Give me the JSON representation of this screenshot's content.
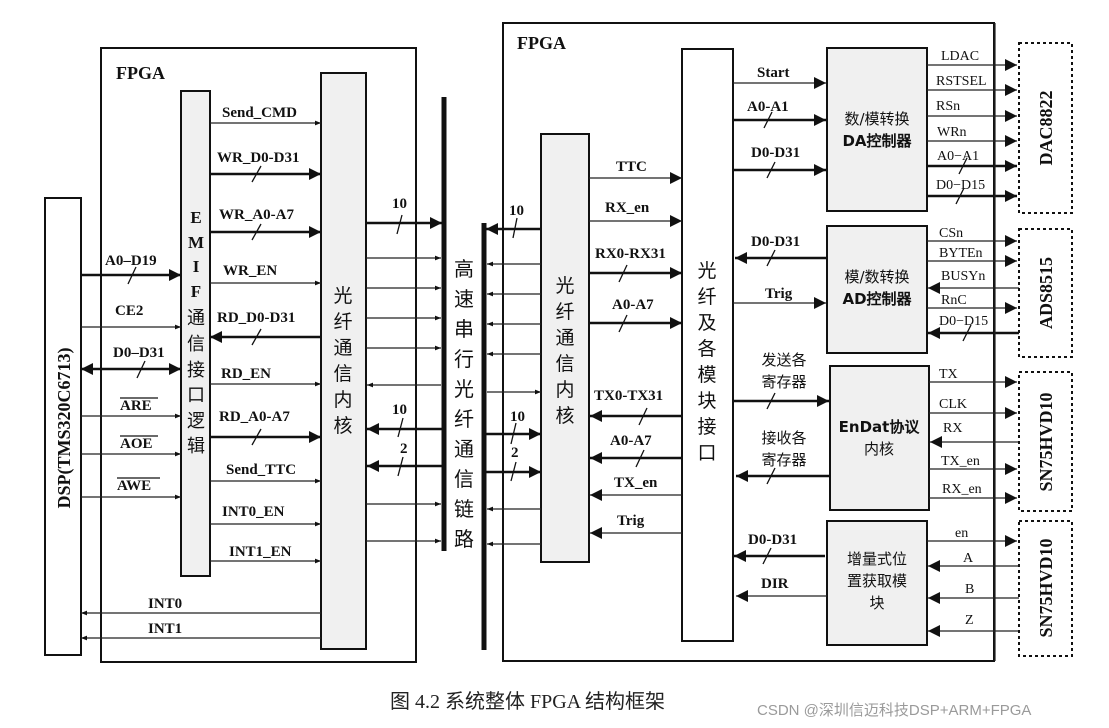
{
  "left_fpga": {
    "title": "FPGA",
    "dsp_label": "DSP(TMS320C6713)",
    "emif_label_latin": [
      "E",
      "M",
      "I",
      "F"
    ],
    "emif_label_cjk": [
      "通",
      "信",
      "接",
      "口",
      "逻",
      "辑"
    ],
    "fiber_core_label": [
      "光",
      "纤",
      "通",
      "信",
      "内",
      "核"
    ],
    "dsp_signals": {
      "a0_d19": "A0–D19",
      "ce2": "CE2",
      "d0_d31": "D0–D31",
      "are": "ARE",
      "aoe": "AOE",
      "awe": "AWE",
      "int0": "INT0",
      "int1": "INT1"
    },
    "emif_signals": {
      "send_cmd": "Send_CMD",
      "wr_d0_d31": "WR_D0-D31",
      "wr_a0_a7": "WR_A0-A7",
      "wr_en": "WR_EN",
      "rd_d0_d31": "RD_D0-D31",
      "rd_en": "RD_EN",
      "rd_a0_a7": "RD_A0-A7",
      "send_ttc": "Send_TTC",
      "int0_en": "INT0_EN",
      "int1_en": "INT1_EN"
    },
    "bus_widths": {
      "tx": "10",
      "rx": "10",
      "rx2": "2"
    }
  },
  "link": {
    "label": [
      "高",
      "速",
      "串",
      "行",
      "光",
      "纤",
      "通",
      "信",
      "链",
      "路"
    ]
  },
  "right_fpga": {
    "title": "FPGA",
    "fiber_core_label": [
      "光",
      "纤",
      "通",
      "信",
      "内",
      "核"
    ],
    "interface_label": [
      "光",
      "纤",
      "及",
      "各",
      "模",
      "块",
      "接",
      "口"
    ],
    "bus_widths": {
      "rx": "10",
      "tx": "10",
      "tx2": "2"
    },
    "core_signals": {
      "ttc": "TTC",
      "rx_en": "RX_en",
      "rx0_rx31": "RX0-RX31",
      "a0_a7_in": "A0-A7",
      "tx0_tx31": "TX0-TX31",
      "a0_a7_out": "A0-A7",
      "tx_en": "TX_en",
      "trig": "Trig"
    },
    "da": {
      "label_line1": "数/模转换",
      "label_line2": "DA控制器",
      "in_start": "Start",
      "in_a0_a1": "A0-A1",
      "in_d0_d31": "D0-D31",
      "out": [
        "LDAC",
        "RSTSEL",
        "RSn",
        "WRn",
        "A0−A1",
        "D0−D15"
      ],
      "chip": "DAC8822"
    },
    "ad": {
      "label_line1": "模/数转换",
      "label_line2": "AD控制器",
      "out_d0_d31": "D0-D31",
      "in_trig": "Trig",
      "pins": [
        "CSn",
        "BYTEn",
        "BUSYn",
        "RnC",
        "D0−D15"
      ],
      "chip": "ADS8515"
    },
    "endat": {
      "label_line1": "EnDat协议",
      "label_line2": "内核",
      "send_regs_1": "发送各",
      "send_regs_2": "寄存器",
      "recv_regs_1": "接收各",
      "recv_regs_2": "寄存器",
      "pins": [
        "TX",
        "CLK",
        "RX",
        "TX_en",
        "RX_en"
      ],
      "chip": "SN75HVD10"
    },
    "inc": {
      "label_line1": "增量式位",
      "label_line2": "置获取模",
      "label_line3": "块",
      "out_d0_d31": "D0-D31",
      "out_dir": "DIR",
      "pins": [
        "en",
        "A",
        "B",
        "Z"
      ],
      "chip": "SN75HVD10"
    }
  },
  "caption": "图 4.2  系统整体 FPGA 结构框架",
  "watermark": "CSDN @深圳信迈科技DSP+ARM+FPGA"
}
